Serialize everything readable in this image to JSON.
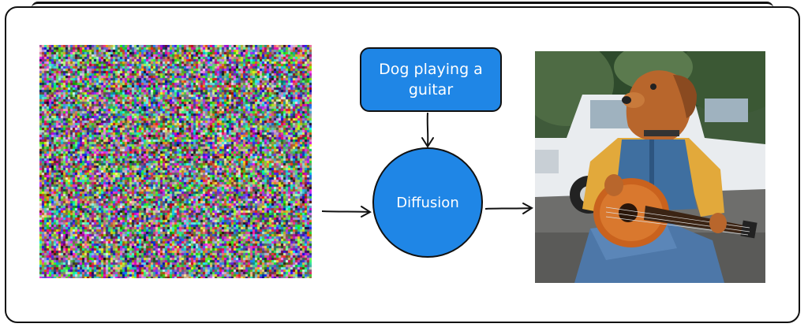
{
  "diagram": {
    "prompt_label": "Dog playing a guitar",
    "process_label": "Diffusion",
    "input_image_icon": "random-noise-image",
    "output_image_icon": "dog-playing-guitar-illustration"
  },
  "colors": {
    "node_fill": "#1f86e6",
    "node_text": "#ffffff",
    "stroke": "#111111"
  }
}
